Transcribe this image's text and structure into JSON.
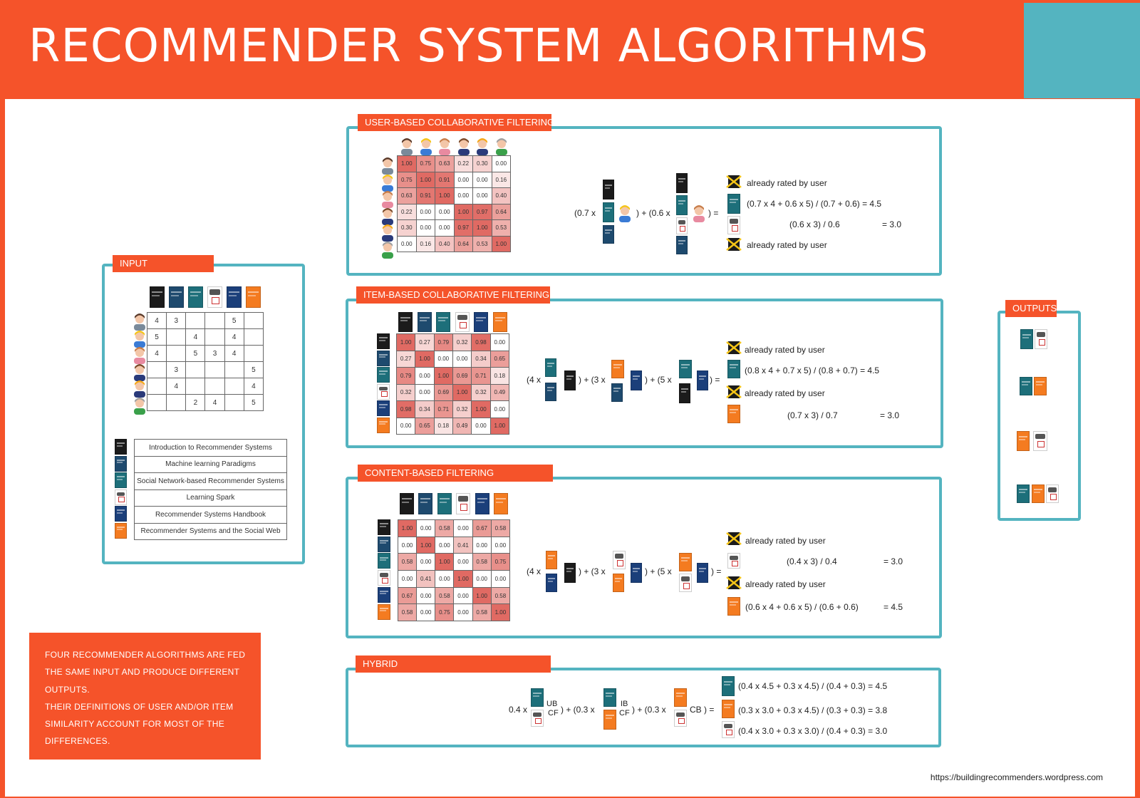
{
  "title": "RECOMMENDER SYSTEM ALGORITHMS",
  "colors": {
    "accent": "#f5532a",
    "teal": "#54b4c0",
    "heat_max": "#e06a63"
  },
  "input": {
    "label": "INPUT",
    "ratings": [
      [
        "4",
        "3",
        "",
        "",
        "5",
        ""
      ],
      [
        "5",
        "",
        "4",
        "",
        "4",
        ""
      ],
      [
        "4",
        "",
        "5",
        "3",
        "4",
        ""
      ],
      [
        "",
        "3",
        "",
        "",
        "",
        "5"
      ],
      [
        "",
        "4",
        "",
        "",
        "",
        "4"
      ],
      [
        "",
        "",
        "2",
        "4",
        "",
        "5"
      ]
    ],
    "books": [
      "Introduction to Recommender Systems",
      "Machine learning Paradigms",
      "Social Network-based Recommender Systems",
      "Learning Spark",
      "Recommender Systems Handbook",
      "Recommender Systems and the Social Web"
    ]
  },
  "user_cf": {
    "label": "USER-BASED COLLABORATIVE FILTERING",
    "matrix": [
      [
        "1.00",
        "0.75",
        "0.63",
        "0.22",
        "0.30",
        "0.00"
      ],
      [
        "0.75",
        "1.00",
        "0.91",
        "0.00",
        "0.00",
        "0.16"
      ],
      [
        "0.63",
        "0.91",
        "1.00",
        "0.00",
        "0.00",
        "0.40"
      ],
      [
        "0.22",
        "0.00",
        "0.00",
        "1.00",
        "0.97",
        "0.64"
      ],
      [
        "0.30",
        "0.00",
        "0.00",
        "0.97",
        "1.00",
        "0.53"
      ],
      [
        "0.00",
        "0.16",
        "0.40",
        "0.64",
        "0.53",
        "1.00"
      ]
    ],
    "f_open": "(0.7 x",
    "f_mid": ") + (0.6 x",
    "f_end": ") =",
    "results": [
      "already rated by user",
      "(0.7 x 4 + 0.6 x 5) / (0.7 + 0.6) = 4.5",
      "(0.6 x 3) / 0.6",
      "= 3.0",
      "already rated by user"
    ]
  },
  "item_cf": {
    "label": "ITEM-BASED COLLABORATIVE FILTERING",
    "matrix": [
      [
        "1.00",
        "0.27",
        "0.79",
        "0.32",
        "0.98",
        "0.00"
      ],
      [
        "0.27",
        "1.00",
        "0.00",
        "0.00",
        "0.34",
        "0.65"
      ],
      [
        "0.79",
        "0.00",
        "1.00",
        "0.69",
        "0.71",
        "0.18"
      ],
      [
        "0.32",
        "0.00",
        "0.69",
        "1.00",
        "0.32",
        "0.49"
      ],
      [
        "0.98",
        "0.34",
        "0.71",
        "0.32",
        "1.00",
        "0.00"
      ],
      [
        "0.00",
        "0.65",
        "0.18",
        "0.49",
        "0.00",
        "1.00"
      ]
    ],
    "f1": "(4 x",
    "f2": ") + (3 x",
    "f3": ") + (5 x",
    "f4": ") =",
    "results": [
      "already rated by user",
      "(0.8 x 4 + 0.7 x 5) / (0.8 + 0.7) = 4.5",
      "already rated by user",
      "(0.7 x 3) / 0.7",
      "= 3.0"
    ]
  },
  "content": {
    "label": "CONTENT-BASED FILTERING",
    "matrix": [
      [
        "1.00",
        "0.00",
        "0.58",
        "0.00",
        "0.67",
        "0.58"
      ],
      [
        "0.00",
        "1.00",
        "0.00",
        "0.41",
        "0.00",
        "0.00"
      ],
      [
        "0.58",
        "0.00",
        "1.00",
        "0.00",
        "0.58",
        "0.75"
      ],
      [
        "0.00",
        "0.41",
        "0.00",
        "1.00",
        "0.00",
        "0.00"
      ],
      [
        "0.67",
        "0.00",
        "0.58",
        "0.00",
        "1.00",
        "0.58"
      ],
      [
        "0.58",
        "0.00",
        "0.75",
        "0.00",
        "0.58",
        "1.00"
      ]
    ],
    "f1": "(4 x",
    "f2": ") + (3 x",
    "f3": ") + (5 x",
    "f4": ") =",
    "results": [
      "already rated by user",
      "(0.4 x 3) / 0.4",
      "= 3.0",
      "already rated by user",
      "(0.6 x 4 + 0.6 x 5) / (0.6 + 0.6)",
      "= 4.5"
    ]
  },
  "hybrid": {
    "label": "HYBRID",
    "f1": "0.4 x",
    "ub": "UB",
    "cf": "CF",
    "f2": ") + (0.3 x",
    "ib": "IB",
    "f3": ") + (0.3 x",
    "cb": "CB ) =",
    "results": [
      "(0.4 x 4.5 + 0.3 x 4.5) / (0.4 + 0.3) = 4.5",
      "(0.3 x 3.0 + 0.3 x 4.5) / (0.3 + 0.3) = 3.8",
      "(0.4 x 3.0 + 0.3 x 3.0) / (0.4 + 0.3) = 3.0"
    ]
  },
  "outputs": {
    "label": "OUTPUTS"
  },
  "note": [
    "FOUR RECOMMENDER ALGORITHMS ARE FED",
    "THE SAME INPUT AND PRODUCE DIFFERENT",
    "OUTPUTS.",
    "THEIR DEFINITIONS OF USER AND/OR ITEM",
    "SIMILARITY ACCOUNT FOR MOST OF THE",
    "DIFFERENCES."
  ],
  "url": "https://buildingrecommenders.wordpress.com"
}
